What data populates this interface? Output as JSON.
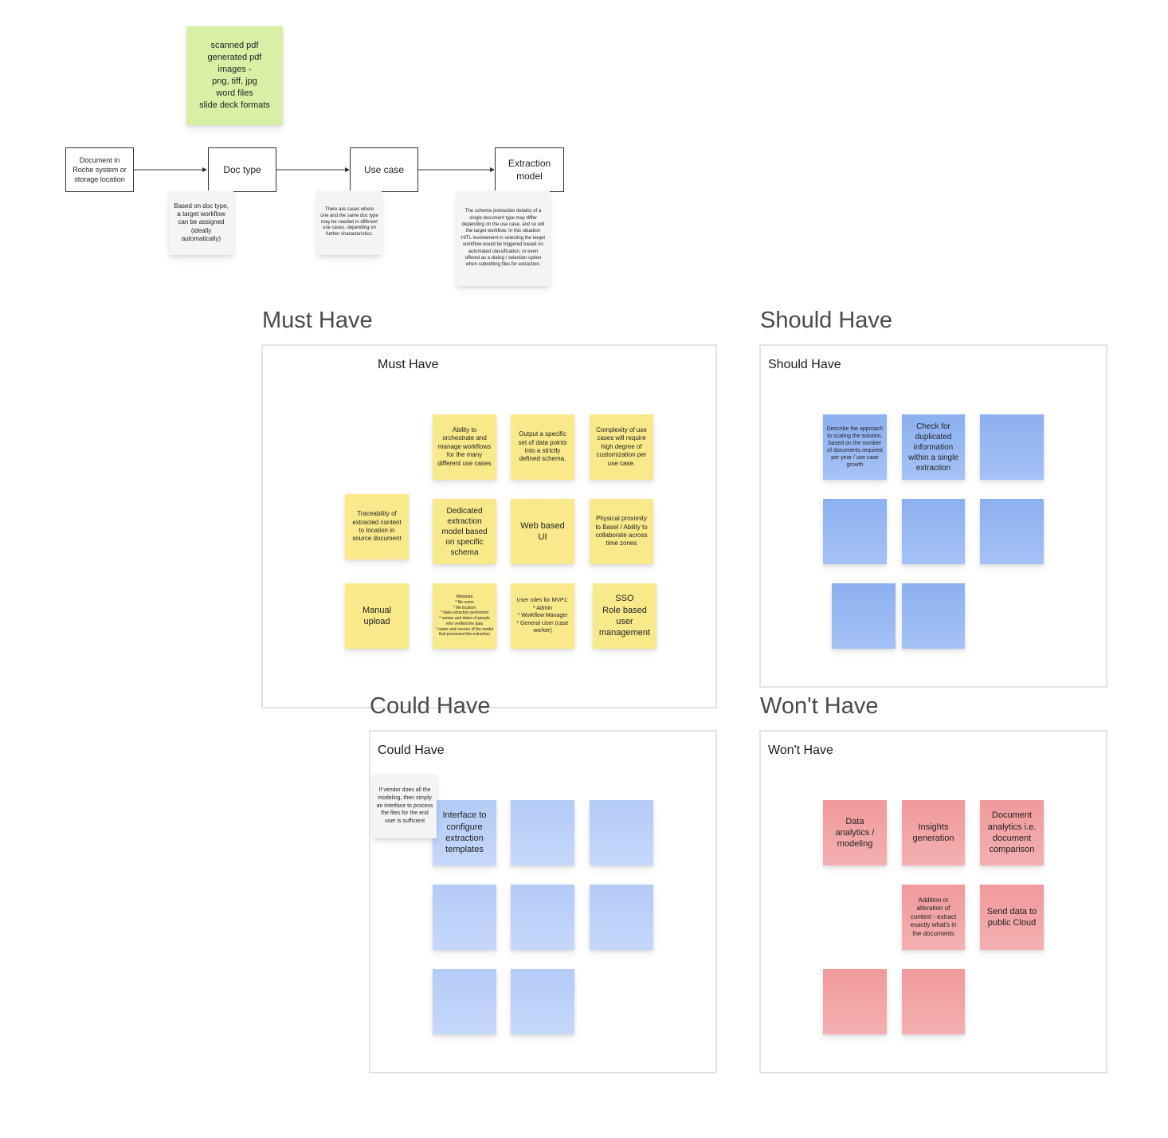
{
  "diagram": {
    "source_formats": "scanned pdf\ngenerated pdf\nimages -\npng, tiff, jpg\nword files\nslide deck formats",
    "flow": {
      "document_source": "Document in\nRoche system or\nstorage location",
      "doc_type": "Doc type",
      "use_case": "Use case",
      "extraction_model": "Extraction\nmodel"
    },
    "notes": {
      "doc_type_note": "Based on doc type, a target workflow can be assigned (ideally automatically)",
      "use_case_note": "There are cases where one and the same doc type may be needed in different use cases, depending on further characteristics.",
      "extraction_model_note": "The schema (extraction details) of a single document type may differ depending on the use case, and so will the target workflow. In this situation HITL involvement in selecting the target workflow would be triggered based on automated classification, or even offered as a dialog / selection option when submitting files for extraction."
    }
  },
  "frames": {
    "must": {
      "title": "Must Have",
      "label": "Must Have",
      "notes": {
        "orchestrate": "Ability to orchestrate and manage workflows for the many different use cases",
        "output": "Output a specific set of data points into a strictly defined schema.",
        "complexity": "Complexity of use cases will require high degree of customization per use case.",
        "traceability": "Traceability of extracted content to location in source document",
        "dedicated": "Dedicated extraction model based on specific schema",
        "web_ui": "Web based UI",
        "physical": "Physical proximity to Basel / Ability to collaborate across time zones",
        "manual": "Manual upload",
        "metadata": "Metadata\n* file name\n* file location\n* data extraction performed\n* names and dates of people who verified the data\n* name and version of the model that processed the extraction",
        "roles": "User roles for MVP1:\n* Admin\n* Workflow Manager\n* General User (case worker)",
        "sso": "SSO\nRole based user management"
      }
    },
    "should": {
      "title": "Should Have",
      "label": "Should Have",
      "notes": {
        "scaling": "Describe the approach to scaling the solution, based on the number of documents required per year / use case growth",
        "duplicated": "Check for duplicated information within a single extraction"
      }
    },
    "could": {
      "title": "Could Have",
      "label": "Could Have",
      "notes": {
        "vendor": "If vendor does all the modeling, then simply an interface to process the files for the end user is sufficient",
        "interface": "Interface to configure extraction templates"
      }
    },
    "wont": {
      "title": "Won't Have",
      "label": "Won't Have",
      "notes": {
        "analytics": "Data analytics / modeling",
        "insights": "Insights generation",
        "comparison": "Document analytics i.e. document comparison",
        "alteration": "Addition or alteration of content - extract exactly what's in the documents",
        "cloud": "Send data to public Cloud"
      }
    }
  },
  "colors": {
    "green_note": "#d7f0a6",
    "yellow_note": "#f9e98a",
    "grey_note": "#f3f4f6",
    "blue_note": "#8bb0ef",
    "light_blue_note": "#b4cbf7",
    "red_note": "#f09a9c",
    "frame_border": "#e3e3e3"
  }
}
